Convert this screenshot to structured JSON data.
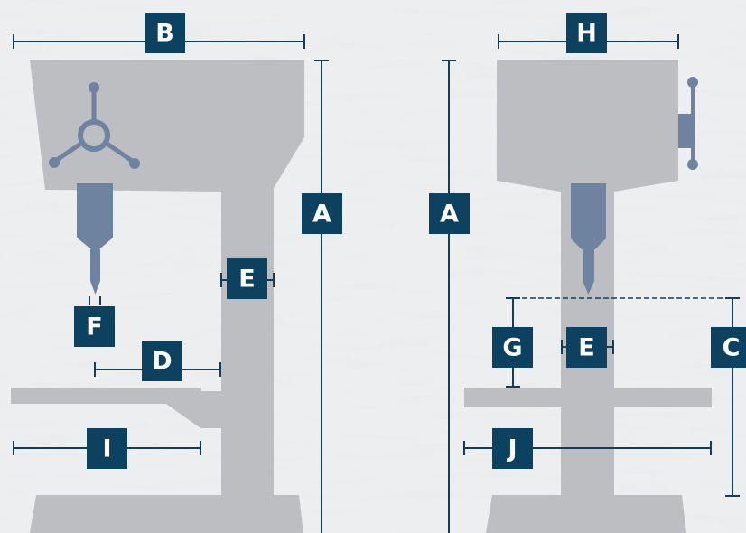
{
  "colors": {
    "background": "#eceeef",
    "machine": "#bdbec2",
    "spindle": "#6e83a0",
    "dimension_line": "#123e5c",
    "label_box": "#0c4160",
    "label_text": "#ffffff"
  },
  "side_view": {
    "labels": {
      "B": "B",
      "A": "A",
      "E": "E",
      "F": "F",
      "D": "D",
      "I": "I"
    }
  },
  "front_view": {
    "labels": {
      "H": "H",
      "A": "A",
      "G": "G",
      "E": "E",
      "C": "C",
      "J": "J"
    }
  }
}
